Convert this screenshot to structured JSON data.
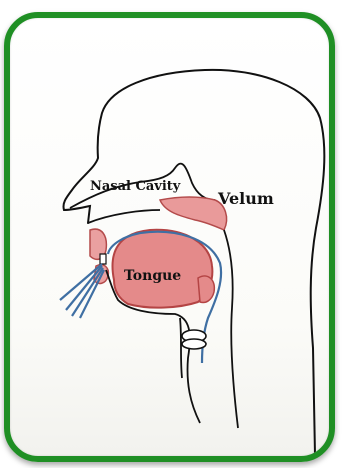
{
  "labels": {
    "nasal_cavity": "Nasal Cavity",
    "velum": "Velum",
    "tongue": "Tongue"
  },
  "colors": {
    "frame": "#1f8f24",
    "tissue": "#e58a8a",
    "tissue_dark": "#c95757",
    "airflow": "#3f6fa3",
    "outline": "#111111"
  }
}
